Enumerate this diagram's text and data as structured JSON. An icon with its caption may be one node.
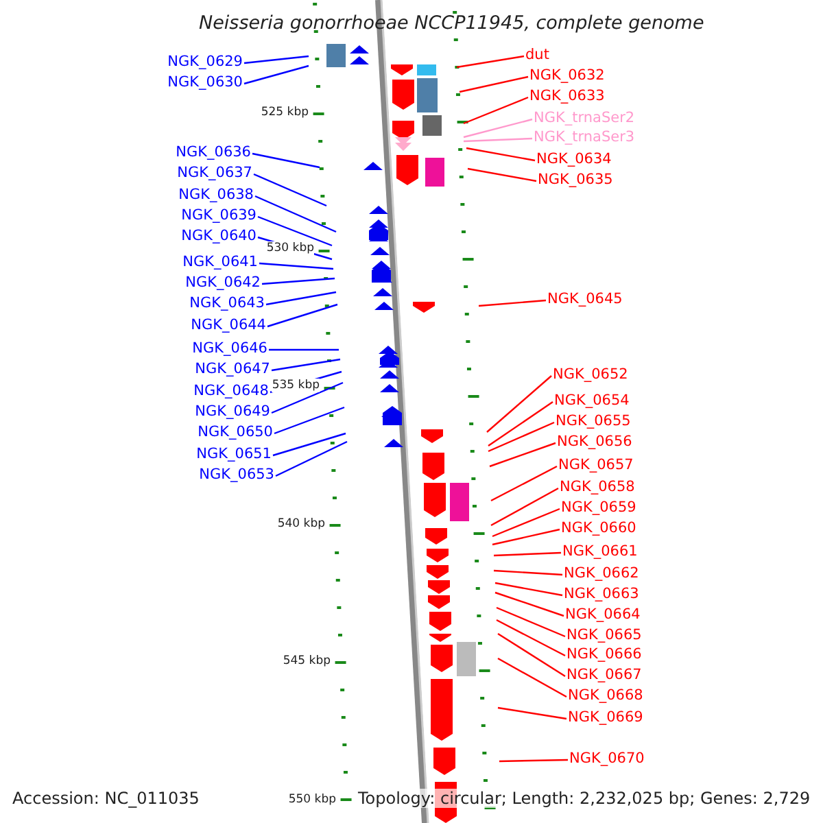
{
  "diagram": {
    "title": "Neisseria gonorrhoeae NCCP11945, complete genome",
    "nodes": [
      {
        "text": [
          "NGK_0629"
        ]
      },
      {
        "text": [
          "NGK_0630"
        ]
      },
      {
        "text": [
          "NGK_0636"
        ]
      },
      {
        "text": [
          "NGK_0637"
        ]
      },
      {
        "text": [
          "NGK_0638"
        ]
      },
      {
        "text": [
          "NGK_0639"
        ]
      },
      {
        "text": [
          "NGK_0640"
        ]
      },
      {
        "text": [
          "NGK_0641"
        ]
      },
      {
        "text": [
          "NGK_0642"
        ]
      },
      {
        "text": [
          "NGK_0643"
        ]
      },
      {
        "text": [
          "NGK_0644"
        ]
      },
      {
        "text": [
          "NGK_0646"
        ]
      },
      {
        "text": [
          "NGK_0647"
        ]
      },
      {
        "text": [
          "NGK_0648"
        ]
      },
      {
        "text": [
          "NGK_0649"
        ]
      },
      {
        "text": [
          "NGK_0650"
        ]
      },
      {
        "text": [
          "NGK_0651"
        ]
      },
      {
        "text": [
          "NGK_0653"
        ]
      },
      {
        "text": [
          "dut"
        ]
      },
      {
        "text": [
          "NGK_0632"
        ]
      },
      {
        "text": [
          "NGK_0633"
        ]
      },
      {
        "text": [
          "NGK_trnaSer2"
        ]
      },
      {
        "text": [
          "NGK_trnaSer3"
        ]
      },
      {
        "text": [
          "NGK_0634"
        ]
      },
      {
        "text": [
          "NGK_0635"
        ]
      },
      {
        "text": [
          "NGK_0645"
        ]
      },
      {
        "text": [
          "NGK_0652"
        ]
      },
      {
        "text": [
          "NGK_0654"
        ]
      },
      {
        "text": [
          "NGK_0655"
        ]
      },
      {
        "text": [
          "NGK_0656"
        ]
      },
      {
        "text": [
          "NGK_0657"
        ]
      },
      {
        "text": [
          "NGK_0658"
        ]
      },
      {
        "text": [
          "NGK_0659"
        ]
      },
      {
        "text": [
          "NGK_0660"
        ]
      },
      {
        "text": [
          "NGK_0661"
        ]
      },
      {
        "text": [
          "NGK_0662"
        ]
      },
      {
        "text": [
          "NGK_0663"
        ]
      },
      {
        "text": [
          "NGK_0664"
        ]
      },
      {
        "text": [
          "NGK_0665"
        ]
      },
      {
        "text": [
          "NGK_0666"
        ]
      },
      {
        "text": [
          "NGK_0667"
        ]
      },
      {
        "text": [
          "NGK_0668"
        ]
      },
      {
        "text": [
          "NGK_0669"
        ]
      },
      {
        "text": [
          "NGK_0670"
        ]
      }
    ],
    "edges": [
      {
        "from": 0,
        "to": null,
        "arrow": "none",
        "color": "#0000ff"
      },
      {
        "from": 1,
        "to": null,
        "arrow": "none",
        "color": "#0000ff"
      },
      {
        "from": 2,
        "to": null,
        "arrow": "none",
        "color": "#0000ff"
      },
      {
        "from": 3,
        "to": null,
        "arrow": "none",
        "color": "#0000ff"
      },
      {
        "from": 4,
        "to": null,
        "arrow": "none",
        "color": "#0000ff"
      },
      {
        "from": 5,
        "to": null,
        "arrow": "none",
        "color": "#0000ff"
      },
      {
        "from": 6,
        "to": null,
        "arrow": "none",
        "color": "#0000ff"
      },
      {
        "from": 7,
        "to": null,
        "arrow": "none",
        "color": "#0000ff"
      },
      {
        "from": 8,
        "to": null,
        "arrow": "none",
        "color": "#0000ff"
      },
      {
        "from": 9,
        "to": null,
        "arrow": "none",
        "color": "#0000ff"
      },
      {
        "from": 10,
        "to": null,
        "arrow": "none",
        "color": "#0000ff"
      },
      {
        "from": 11,
        "to": null,
        "arrow": "none",
        "color": "#0000ff"
      },
      {
        "from": 12,
        "to": null,
        "arrow": "none",
        "color": "#0000ff"
      },
      {
        "from": 13,
        "to": null,
        "arrow": "none",
        "color": "#0000ff"
      },
      {
        "from": 14,
        "to": null,
        "arrow": "none",
        "color": "#0000ff"
      },
      {
        "from": 15,
        "to": null,
        "arrow": "none",
        "color": "#0000ff"
      },
      {
        "from": 16,
        "to": null,
        "arrow": "none",
        "color": "#0000ff"
      },
      {
        "from": 17,
        "to": null,
        "arrow": "none",
        "color": "#0000ff"
      },
      {
        "from": 18,
        "to": null,
        "arrow": "none"
      },
      {
        "from": 19,
        "to": null,
        "arrow": "none"
      },
      {
        "from": 20,
        "to": null,
        "arrow": "none"
      },
      {
        "from": 21,
        "to": null,
        "arrow": "none",
        "color": "#ff99cc"
      },
      {
        "from": 22,
        "to": null,
        "arrow": "none",
        "color": "#ff99cc"
      },
      {
        "from": 23,
        "to": null,
        "arrow": "none"
      },
      {
        "from": 24,
        "to": null,
        "arrow": "none"
      },
      {
        "from": 25,
        "to": null,
        "arrow": "none"
      },
      {
        "from": 26,
        "to": null,
        "arrow": "none"
      },
      {
        "from": 27,
        "to": null,
        "arrow": "none"
      },
      {
        "from": 28,
        "to": null,
        "arrow": "none"
      },
      {
        "from": 29,
        "to": null,
        "arrow": "none"
      },
      {
        "from": 30,
        "to": null,
        "arrow": "none"
      },
      {
        "from": 31,
        "to": null,
        "arrow": "none"
      },
      {
        "from": 32,
        "to": null,
        "arrow": "none"
      },
      {
        "from": 33,
        "to": null,
        "arrow": "none"
      },
      {
        "from": 34,
        "to": null,
        "arrow": "none"
      },
      {
        "from": 35,
        "to": null,
        "arrow": "none"
      },
      {
        "from": 36,
        "to": null,
        "arrow": "none"
      },
      {
        "from": 37,
        "to": null,
        "arrow": "none"
      },
      {
        "from": 38,
        "to": null,
        "arrow": "none"
      },
      {
        "from": 39,
        "to": null,
        "arrow": "none"
      },
      {
        "from": 40,
        "to": null,
        "arrow": "none"
      },
      {
        "from": 41,
        "to": null,
        "arrow": "none"
      },
      {
        "from": 42,
        "to": null,
        "arrow": "none"
      },
      {
        "from": 43,
        "to": null,
        "arrow": "none"
      }
    ],
    "labels": [
      "525 kbp",
      "530 kbp",
      "535 kbp",
      "540 kbp",
      "545 kbp",
      "550 kbp",
      "Accession: NC_011035",
      "Topology: circular; Length: 2,232,025 bp; Genes: 2,729"
    ]
  }
}
